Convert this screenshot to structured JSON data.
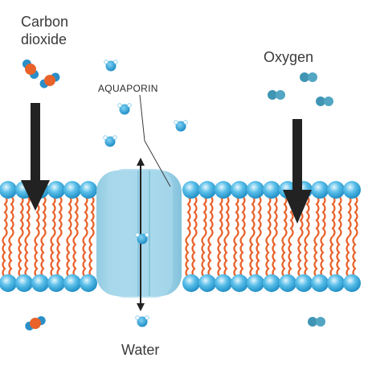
{
  "labels": {
    "carbon_dioxide_line1": "Carbon",
    "carbon_dioxide_line2": "dioxide",
    "oxygen": "Oxygen",
    "aquaporin": "AQUAPORIN",
    "water": "Water"
  },
  "colors": {
    "head_light": "#bfe4f5",
    "head_mid": "#5cc0ea",
    "head_dark": "#1f8fc6",
    "tail": "#e8622a",
    "channel_light": "#a9d8ea",
    "channel_mid": "#7fc3dd",
    "arrow": "#222222",
    "water_molecule": "#2aa3d8",
    "oxygen_molecule": "#3f95b3",
    "co2_carbon": "#e8622a",
    "co2_oxygen": "#2a8fc8"
  },
  "icons": {
    "down_arrow": "down-arrow-icon",
    "bidirectional_arrow": "double-arrow-icon",
    "water": "water-molecule-icon",
    "oxygen": "oxygen-molecule-icon",
    "carbon_dioxide": "co2-molecule-icon"
  }
}
